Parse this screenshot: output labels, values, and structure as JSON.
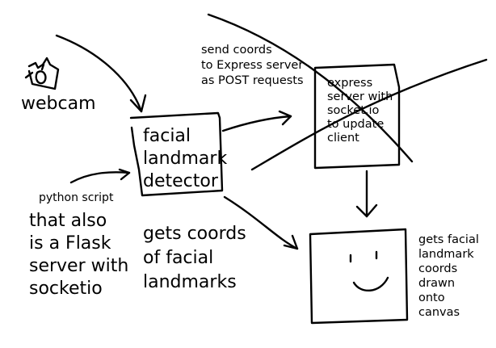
{
  "labels": {
    "webcam": "webcam",
    "send_coords": "send coords\nto Express server\nas POST requests",
    "express_server": "express\nserver with\nsocket.io\nto update\nclient",
    "facial_landmark_detector": "facial\nlandmark\ndetector",
    "python_script": "python script",
    "flask_server": "that also\nis a Flask\nserver with\nsocketio",
    "gets_coords": "gets coords\nof facial\nlandmarks",
    "client_canvas": "gets facial\nlandmark\ncoords\ndrawn\nonto\ncanvas"
  },
  "icons": {
    "webcam": "camera-icon",
    "client": "smiley-face-icon"
  }
}
